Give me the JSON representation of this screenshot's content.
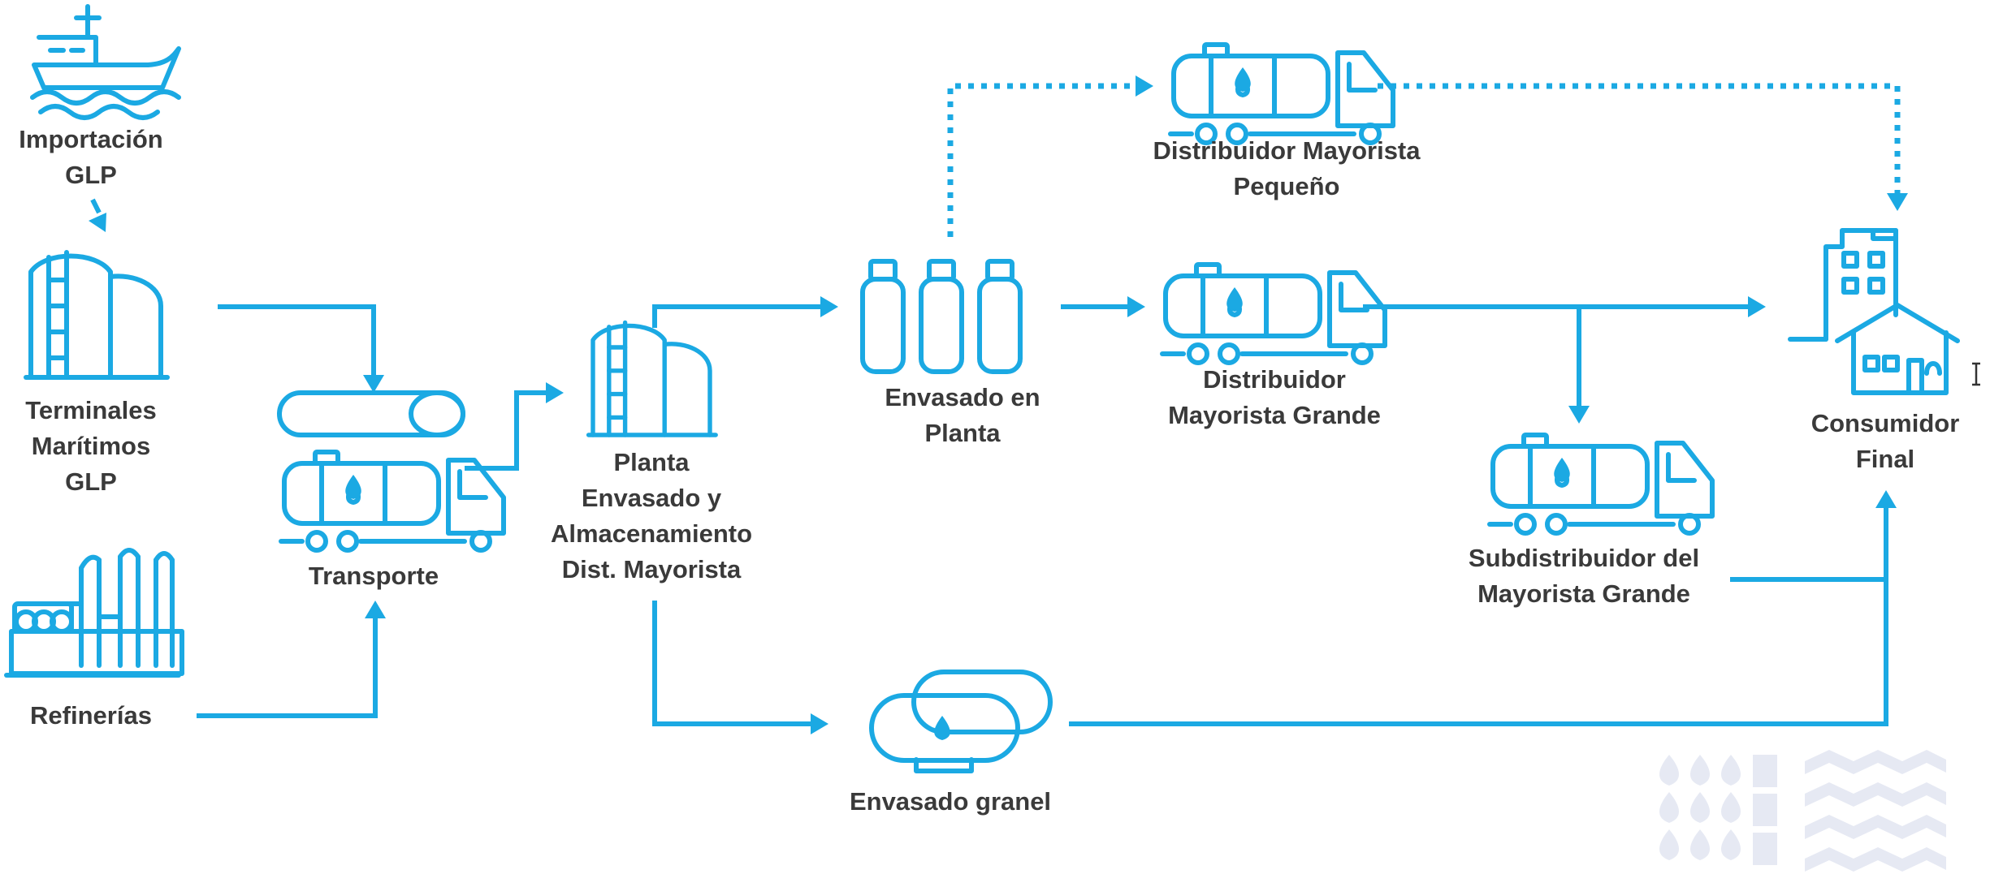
{
  "nodes": {
    "import": {
      "lines": [
        "Importación",
        "GLP"
      ]
    },
    "terminals": {
      "lines": [
        "Terminales",
        "Marítimos",
        "GLP"
      ]
    },
    "refineries": {
      "lines": [
        "Refinerías"
      ]
    },
    "transport": {
      "lines": [
        "Transporte"
      ]
    },
    "plant": {
      "lines": [
        "Planta",
        "Envasado y",
        "Almacenamiento",
        "Dist. Mayorista"
      ]
    },
    "bottling": {
      "lines": [
        "Envasado en",
        "Planta"
      ]
    },
    "small_distributor": {
      "lines": [
        "Distribuidor Mayorista",
        "Pequeño"
      ]
    },
    "large_distributor": {
      "lines": [
        "Distribuidor",
        "Mayorista Grande"
      ]
    },
    "subdistributor": {
      "lines": [
        "Subdistribuidor del",
        "Mayorista Grande"
      ]
    },
    "consumer": {
      "lines": [
        "Consumidor",
        "Final"
      ]
    },
    "bulk": {
      "lines": [
        "Envasado granel"
      ]
    }
  },
  "colors": {
    "accent": "#1ba9e3",
    "text": "#3a3a3a",
    "watermark": "#e6e9f3"
  },
  "icons": [
    "ship-icon",
    "storage-tank-icon",
    "refinery-icon",
    "pipeline-icon",
    "tank-truck-icon",
    "gas-cylinders-icon",
    "consumer-buildings-icon",
    "bulk-tank-icon",
    "watermark-logo-icon"
  ]
}
